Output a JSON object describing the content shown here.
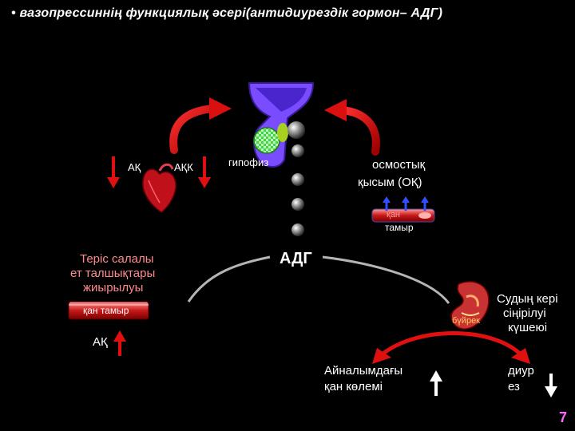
{
  "title": "• вазопрессиннің функциялық әсері(антидиурездік гормон– АДГ)",
  "labels": {
    "ak_top": "АҚ",
    "akk": "АҚК",
    "gipofiz": "гипофиз",
    "osmos_line1": "осмостық",
    "osmos_line2": "қысым (ОҚ)",
    "qan_small": "қан",
    "tamyr_small": "тамыр",
    "adg": "АДГ",
    "teris_line1": "Теріс салалы",
    "teris_line2": "ет талшықтары",
    "teris_line3": "жиырылуы",
    "qan_tamyr": "қан тамыр",
    "ak_bottom": "АҚ",
    "budrek": "бүйрек",
    "sudyn_line1": "Судың кері",
    "sudyn_line2": "сіңірілуі",
    "sudyn_line3": "күшеюі",
    "ainalym_line1": "Айналымдағы",
    "ainalym_line2": "қан көлемі",
    "diur_line1": "диур",
    "diur_line2": "ез"
  },
  "page_number": "7",
  "colors": {
    "background": "#000000",
    "title": "#ffffff",
    "arrow_red": "#e01010",
    "accent_pink": "#ff8a8a",
    "pituitary": "#7a4cff",
    "page_number": "#ff66ff"
  },
  "icons": [
    "heart-icon",
    "pituitary-icon",
    "blood-vessel-icon",
    "kidney-icon"
  ]
}
